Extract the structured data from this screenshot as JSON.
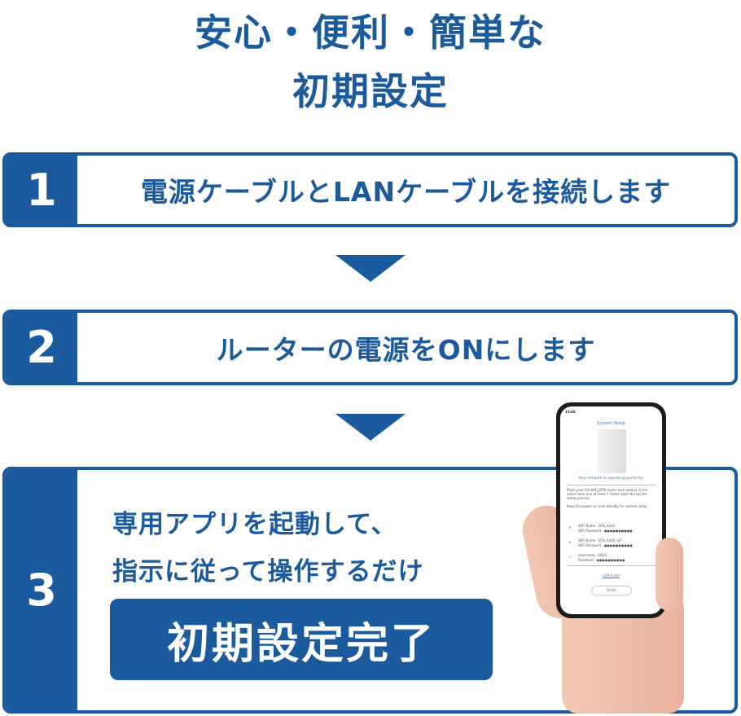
{
  "title": {
    "line1": "安心・便利・簡単な",
    "line2": "初期設定"
  },
  "steps": [
    {
      "number": "1",
      "text": "電源ケーブルとLANケーブルを接続します"
    },
    {
      "number": "2",
      "text": "ルーターの電源をONにします"
    },
    {
      "number": "3",
      "line1": "専用アプリを起動して、",
      "line2": "指示に従って操作するだけ",
      "badge": "初期設定完了"
    }
  ],
  "phone": {
    "time": "11:46",
    "header": "System Setup",
    "status": "Your network is operating perfectly!",
    "instruction1": "Place your ZenWiFi_BT8 router and node(s) in the same room and at least 1 meter apart during the setup process.",
    "instruction2": "Keep the power on and standby for system setup.",
    "wifi1_name": "WiFi Name : BT8_ASUS",
    "wifi1_pass": "WiFi Password : ●●●●●●●●●●",
    "wifi2_name": "WiFi Name : BT8_ASUS_IoT",
    "wifi2_pass": "WiFi Password : ●●●●●●●●●●",
    "username": "Username : ASUS",
    "password": "Password : ●●●●●●●●●●",
    "led_guide": "LED Guide",
    "button": "Finish"
  },
  "colors": {
    "brand": "#1b5a9c"
  }
}
